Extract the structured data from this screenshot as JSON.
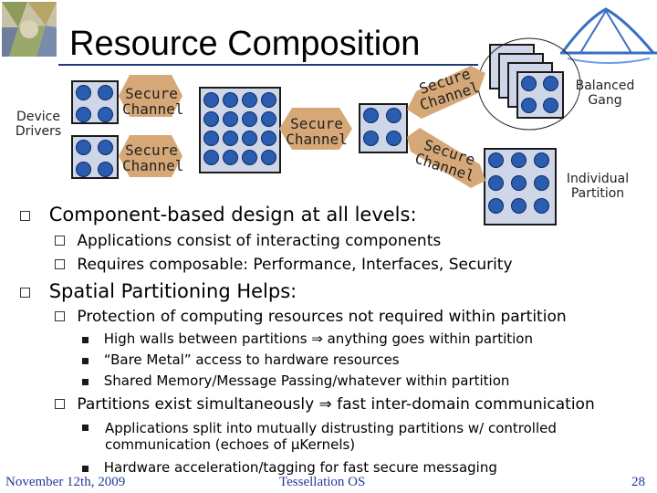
{
  "slide": {
    "title": "Resource Composition",
    "labels": {
      "device_drivers": "Device\nDrivers",
      "secure_channel": "Secure\nChannel",
      "secure_channel_2": "Secure\nChannel",
      "secure_channel_mid": "Secure\nChannel",
      "secure_channel_tilted_1": "Secure\nChannel",
      "secure_channel_tilted_2": "Secure\nChannel",
      "balanced_gang": "Balanced\nGang",
      "individual_partition": "Individual\nPartition"
    },
    "bullets": [
      {
        "text": "Component-based design at all levels:",
        "children": [
          {
            "text": "Applications consist of interacting components"
          },
          {
            "text": "Requires composable: Performance, Interfaces, Security"
          }
        ]
      },
      {
        "text": "Spatial Partitioning Helps:",
        "children": [
          {
            "text": "Protection of computing resources not required within partition",
            "children": [
              {
                "text": "High walls between partitions ⇒ anything goes within partition"
              },
              {
                "text": "“Bare Metal” access to hardware resources"
              },
              {
                "text": "Shared Memory/Message Passing/whatever within partition"
              }
            ]
          },
          {
            "text": "Partitions exist simultaneously ⇒ fast inter-domain communication",
            "children": [
              {
                "text": "Applications split into mutually distrusting partitions w/ controlled communication (echoes of μKernels)"
              },
              {
                "text": "Hardware acceleration/tagging for fast secure messaging"
              }
            ]
          }
        ]
      }
    ],
    "footer": {
      "date": "November 12th, 2009",
      "center": "Tessellation OS",
      "page": "28"
    },
    "colors": {
      "accent": "#1f3a7a",
      "cell_fill": "#cfd6e8",
      "dot": "#2a5db0",
      "arrow": "#d7a877"
    }
  }
}
